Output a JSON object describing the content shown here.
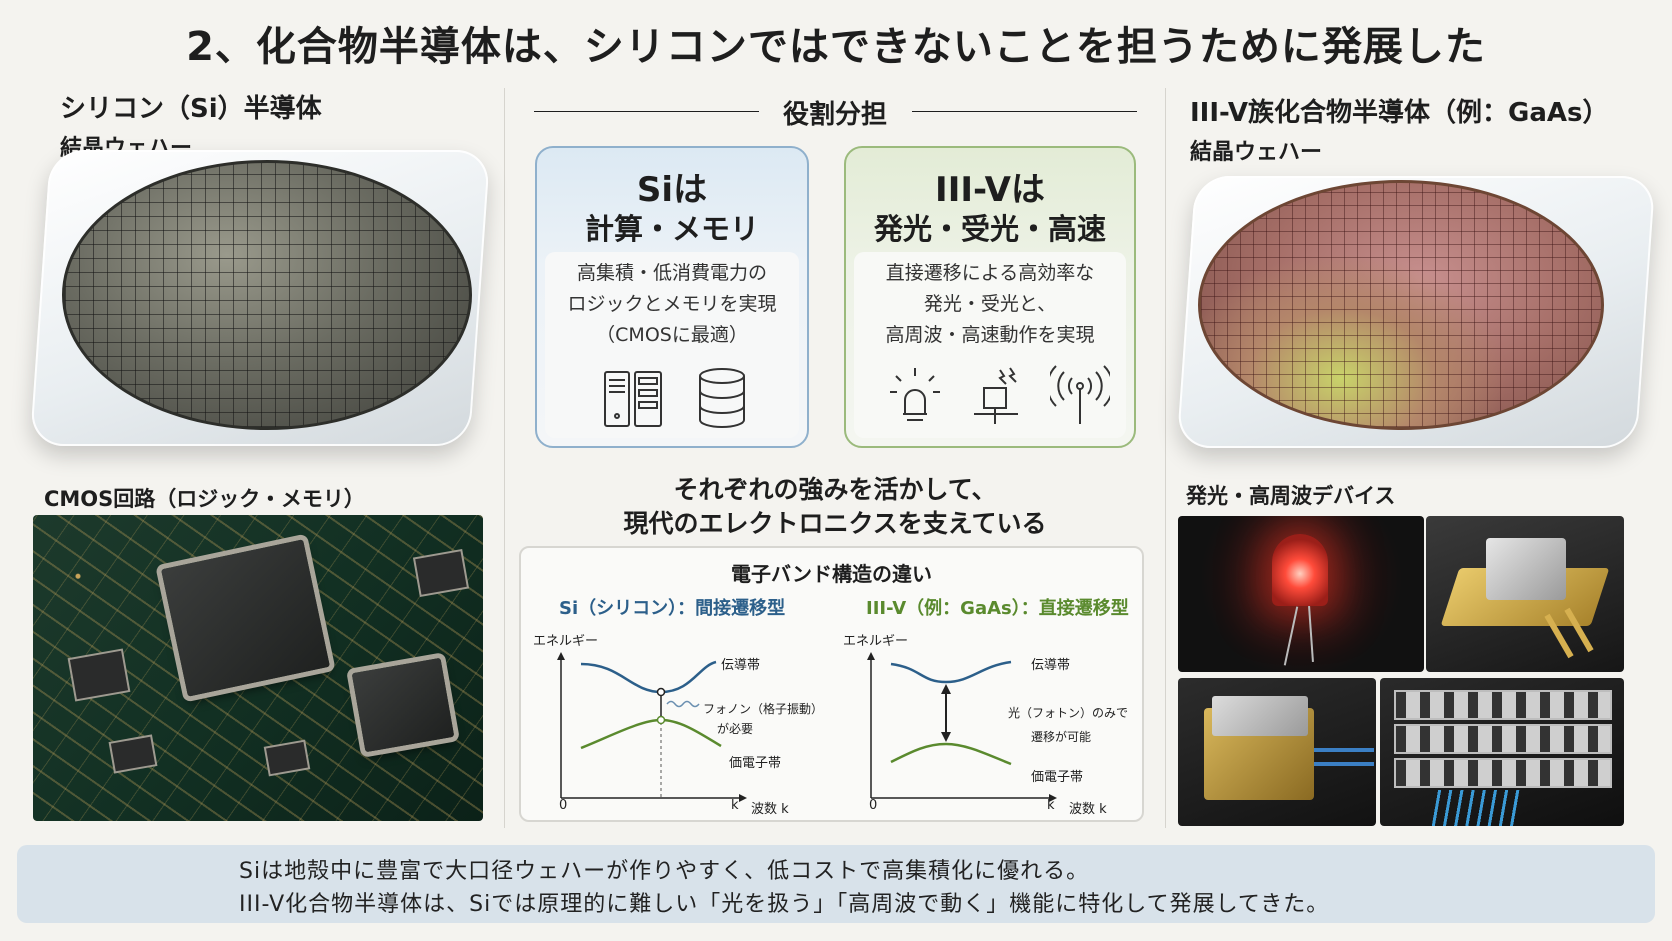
{
  "title": "2、化合物半導体は、シリコンではできないことを担うために発展した",
  "left": {
    "heading": "シリコン（Si）半導体",
    "wafer_label": "結晶ウェハー",
    "circuit_label": "CMOS回路（ロジック・メモリ）"
  },
  "center": {
    "section_title": "役割分担",
    "si_box": {
      "line1": "Siは",
      "line2": "計算・メモリ",
      "desc": [
        "高集積・低消費電力の",
        "ロジックとメモリを実現",
        "（CMOSに最適）"
      ],
      "icons": [
        "server-icon",
        "database-icon"
      ]
    },
    "iii_box": {
      "line1": "III-Vは",
      "line2": "発光・受光・高速",
      "desc": [
        "直接遷移による高効率な",
        "発光・受光と、",
        "高周波・高速動作を実現"
      ],
      "icons": [
        "light-bulb-icon",
        "photodetector-icon",
        "antenna-icon"
      ]
    },
    "message": [
      "それぞれの強みを活かして、",
      "現代のエレクトロニクスを支えている"
    ],
    "band": {
      "title": "電子バンド構造の違い",
      "si": {
        "heading": "Si（シリコン）：間接遷移型",
        "ylabel": "エネルギー",
        "conduction": "伝導帯",
        "valence": "価電子帯",
        "phonon": [
          "フォノン（格子振動）",
          "が必要"
        ],
        "origin": "0",
        "k": "k",
        "xlabel": "波数 k"
      },
      "iii": {
        "heading": "III-V（例：GaAs）：直接遷移型",
        "ylabel": "エネルギー",
        "conduction": "伝導帯",
        "valence": "価電子帯",
        "photon": [
          "光（フォトン）のみで",
          "遷移が可能"
        ],
        "origin": "0",
        "k": "k",
        "xlabel": "波数 k"
      }
    }
  },
  "right": {
    "heading": "III-V族化合物半導体（例：GaAs）",
    "wafer_label": "結晶ウェハー",
    "device_label": "発光・高周波デバイス"
  },
  "bottom": [
    "Siは地殻中に豊富で大口径ウェハーが作りやすく、低コストで高集積化に優れる。",
    "III-V化合物半導体は、Siでは原理的に難しい「光を扱う」「高周波で動く」機能に特化して発展してきた。"
  ],
  "colors": {
    "si_accent": "#2c5f8a",
    "iii_accent": "#5a8a2e",
    "si_box_border": "#8fb0cc",
    "iii_box_border": "#9bba7c",
    "footer_bg": "#d8e2ea"
  }
}
